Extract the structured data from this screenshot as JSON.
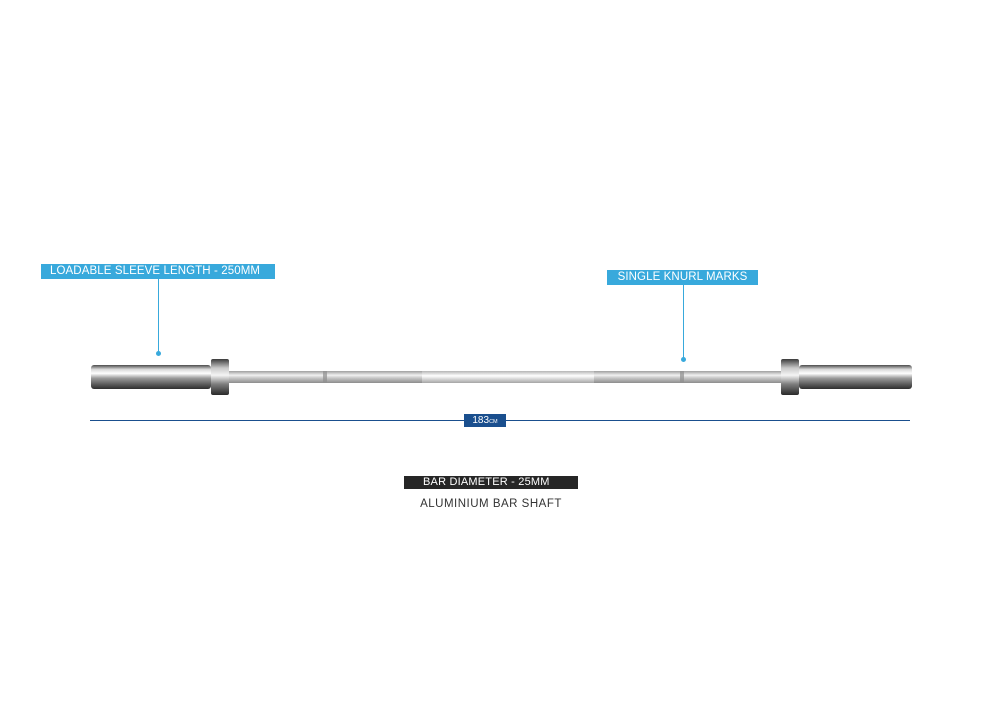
{
  "callouts": {
    "sleeve": "LOADABLE SLEEVE LENGTH - 250MM",
    "knurl": "SINGLE KNURL MARKS"
  },
  "dimension": {
    "value": "183",
    "unit": "CM"
  },
  "specs": {
    "diameter": "BAR DIAMETER - 25MM",
    "shaft": "ALUMINIUM BAR SHAFT"
  },
  "colors": {
    "callout": "#38a9dc",
    "dimension": "#1a4f8e",
    "spec_badge": "#262626"
  }
}
